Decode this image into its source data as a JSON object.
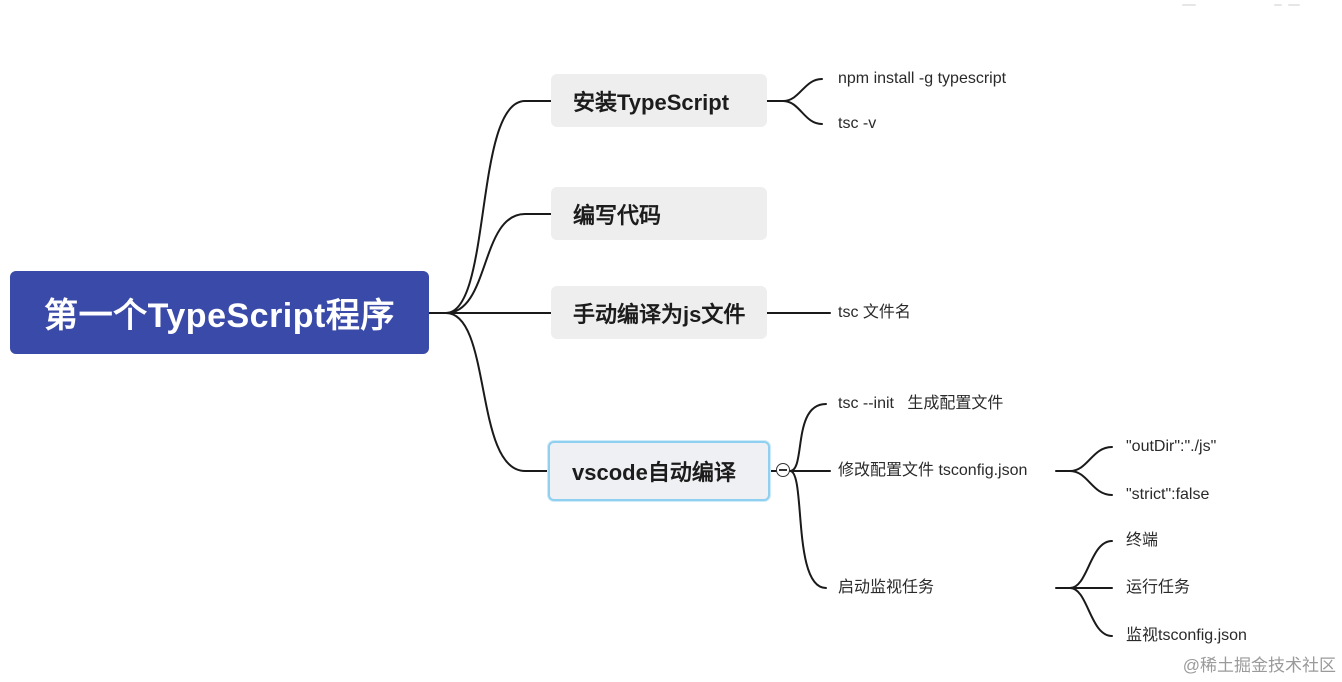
{
  "root": {
    "label": "第一个TypeScript程序"
  },
  "topics": {
    "install": {
      "label": "安装TypeScript",
      "children": [
        "npm install -g typescript",
        "tsc -v"
      ]
    },
    "write": {
      "label": "编写代码"
    },
    "manual": {
      "label": "手动编译为js文件",
      "children": [
        "tsc 文件名"
      ]
    },
    "vscode": {
      "label": "vscode自动编译",
      "children": {
        "init": "tsc --init   生成配置文件",
        "modify": {
          "label": "修改配置文件 tsconfig.json",
          "children": [
            "\"outDir\":\"./js\"",
            "\"strict\":false"
          ]
        },
        "watch": {
          "label": "启动监视任务",
          "children": [
            "终端",
            "运行任务",
            "监视tsconfig.json"
          ]
        }
      }
    }
  },
  "watermark": "@稀土掘金技术社区",
  "colors": {
    "root_bg": "#3a4aa8",
    "topic_bg": "#eeeeef",
    "selected_border": "#8fd0f0",
    "line": "#1a1a1a"
  }
}
